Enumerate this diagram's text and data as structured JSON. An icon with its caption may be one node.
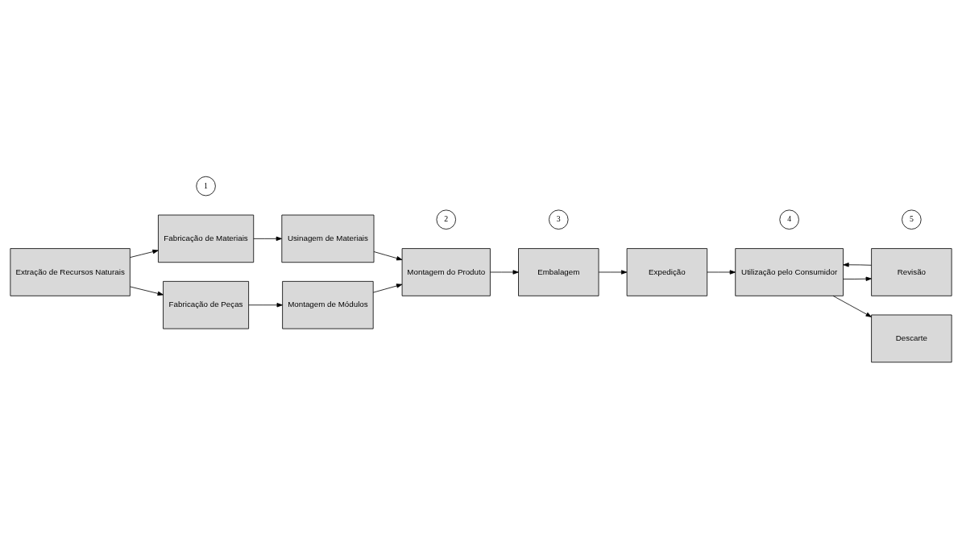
{
  "diagram": {
    "nodes": [
      {
        "text": [
          "Extração de Recursos Naturais"
        ]
      },
      {
        "text": [
          "Fabricação de Materiais"
        ]
      },
      {
        "text": [
          "Fabricação de Peças"
        ]
      },
      {
        "text": [
          "Usinagem de Materiais"
        ]
      },
      {
        "text": [
          "Montagem de Módulos"
        ]
      },
      {
        "text": [
          "Montagem do Produto"
        ]
      },
      {
        "text": [
          "Revisão"
        ]
      },
      {
        "text": [
          "Utilização pelo Consumidor"
        ]
      },
      {
        "text": [
          "Expedição"
        ]
      },
      {
        "text": [
          "Embalagem"
        ]
      },
      {
        "text": [
          "Descarte"
        ]
      },
      {
        "text": [
          "1"
        ]
      },
      {
        "text": [
          "2"
        ]
      },
      {
        "text": [
          "5"
        ]
      },
      {
        "text": [
          "4"
        ]
      },
      {
        "text": [
          "3"
        ]
      }
    ],
    "edges": [
      {
        "from": 0,
        "to": 1,
        "arrow": "to"
      },
      {
        "from": 0,
        "to": 2,
        "arrow": "to"
      },
      {
        "from": 1,
        "to": 3,
        "arrow": "to"
      },
      {
        "from": 2,
        "to": 4,
        "arrow": "to"
      },
      {
        "from": 3,
        "to": 5,
        "arrow": "to"
      },
      {
        "from": 4,
        "to": 5,
        "arrow": "to"
      },
      {
        "from": 5,
        "to": 9,
        "arrow": "to"
      },
      {
        "from": 9,
        "to": 8,
        "arrow": "to"
      },
      {
        "from": 8,
        "to": 7,
        "arrow": "to"
      },
      {
        "from": 7,
        "to": 6,
        "arrow": "to"
      },
      {
        "from": 6,
        "to": 7,
        "arrow": "to"
      },
      {
        "from": 7,
        "to": 10,
        "arrow": "to"
      }
    ]
  }
}
